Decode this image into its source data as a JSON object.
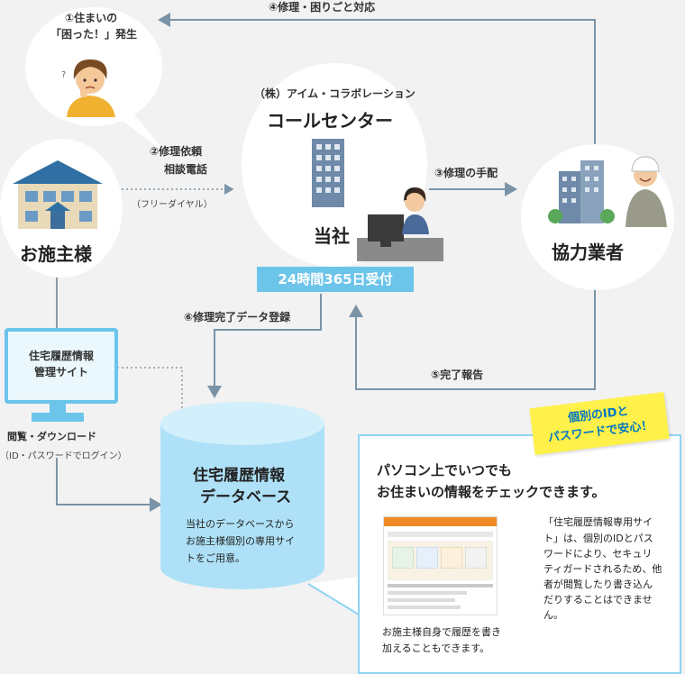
{
  "steps": {
    "s1_line1": "①住まいの",
    "s1_line2": "「困った！」発生",
    "s2_line1": "②修理依頼",
    "s2_line2": "相談電話",
    "s2_note": "（フリーダイヤル）",
    "s3": "③修理の手配",
    "s4": "④修理・困りごと対応",
    "s5": "⑤完了報告",
    "s6": "⑥修理完了データ登録"
  },
  "customer": {
    "label": "お施主様"
  },
  "center": {
    "company": "（株）アイム・コラボレーション",
    "title": "コールセンター",
    "us": "当社",
    "badge": "24時間365日受付"
  },
  "partner": {
    "label": "協力業者"
  },
  "site": {
    "line1": "住宅履歴情報",
    "line2": "管理サイト",
    "access1": "閲覧・ダウンロード",
    "access2": "（ID・パスワードでログイン）"
  },
  "database": {
    "title1": "住宅履歴情報",
    "title2": "データベース",
    "desc1": "当社のデータベースから",
    "desc2": "お施主様個別の専用サイ",
    "desc3": "トをご用意。"
  },
  "panel": {
    "headline1": "パソコン上でいつでも",
    "headline2": "お住まいの情報をチェックできます。",
    "sticky1": "個別のIDと",
    "sticky2": "パスワードで安心！",
    "body": [
      "「住宅履歴情報専用サイ",
      "ト」は、個別のIDとパス",
      "ワードにより、セキュリ",
      "ティガードされるため、他",
      "者が閲覧したり書き込ん",
      "だりすることはできませ",
      "ん。"
    ],
    "note1": "お施主様自身で履歴を書き",
    "note2": "加えることもできます。"
  },
  "colors": {
    "accent": "#6cc4ea",
    "line": "#7b93a6",
    "sticky": "#fff14a",
    "sticky_text": "#0077c0",
    "skin": "#f5c89a",
    "shirt": "#f0b030"
  }
}
